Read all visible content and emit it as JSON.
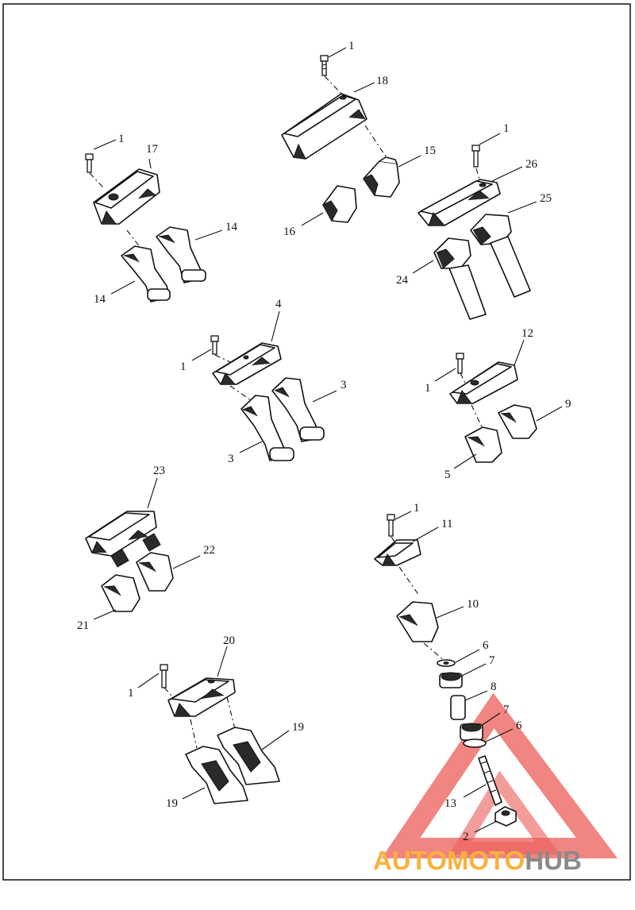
{
  "callouts": {
    "c1a": "1",
    "c18": "18",
    "c1b": "1",
    "c17": "17",
    "c15": "15",
    "c16": "16",
    "c14a": "14",
    "c14b": "14",
    "c1c": "1",
    "c26": "26",
    "c25": "25",
    "c24": "24",
    "c4": "4",
    "c1d": "1",
    "c3a": "3",
    "c3b": "3",
    "c12": "12",
    "c1e": "1",
    "c9": "9",
    "c5": "5",
    "c23": "23",
    "c22": "22",
    "c21": "21",
    "c1f": "1",
    "c11": "11",
    "c10": "10",
    "c6a": "6",
    "c7a": "7",
    "c8": "8",
    "c7b": "7",
    "c6b": "6",
    "c13": "13",
    "c2": "2",
    "c20": "20",
    "c1g": "1",
    "c19a": "19",
    "c19b": "19"
  },
  "watermark": {
    "part1": "AUTO",
    "part2": "MOTO",
    "part3": "HUB",
    "color_red": "#e8403a",
    "color_orange": "#f7b23b",
    "color_grey": "#8a8a8a"
  }
}
